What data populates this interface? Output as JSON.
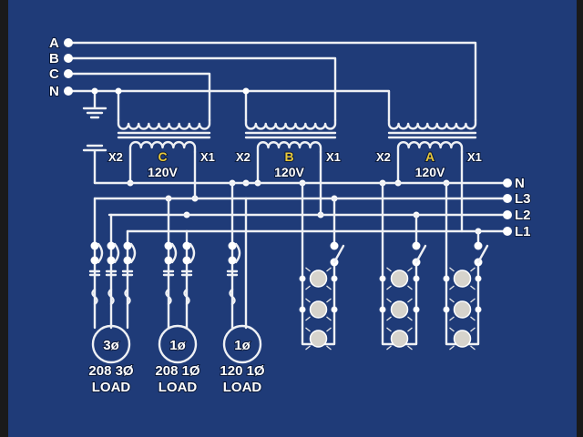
{
  "source_terminals": [
    "A",
    "B",
    "C",
    "N"
  ],
  "transformers": [
    {
      "phase": "C",
      "voltage": "120V",
      "x2": "X2",
      "x1": "X1"
    },
    {
      "phase": "B",
      "voltage": "120V",
      "x2": "X2",
      "x1": "X1"
    },
    {
      "phase": "A",
      "voltage": "120V",
      "x2": "X2",
      "x1": "X1"
    }
  ],
  "output_terminals": [
    "N",
    "L3",
    "L2",
    "L1"
  ],
  "loads": [
    {
      "symbol": "3ø",
      "rating": "208 3Ø",
      "label": "LOAD"
    },
    {
      "symbol": "1ø",
      "rating": "208 1Ø",
      "label": "LOAD"
    },
    {
      "symbol": "1ø",
      "rating": "120 1Ø",
      "label": "LOAD"
    }
  ],
  "colors": {
    "background": "#1f3b78",
    "wire": "#eef0f4",
    "phase_label": "#e9c93a"
  }
}
